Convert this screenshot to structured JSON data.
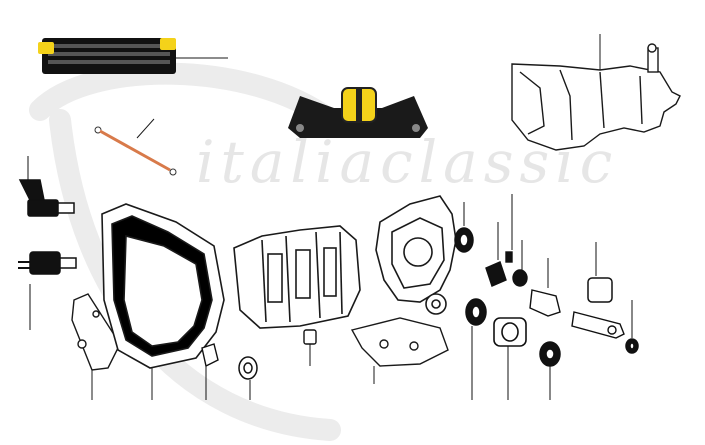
{
  "watermark": {
    "text": "italiaclassic"
  },
  "colors": {
    "line": "#1a1a1a",
    "part_yellow": "#f4d21a",
    "part_dark": "#111111",
    "part_copper": "#d87a4a",
    "watermark": "#e6e6e6"
  },
  "parts": [
    {
      "id": "oil-cooler",
      "icon": "oil-cooler-icon"
    },
    {
      "id": "wire-lead",
      "icon": "copper-lead-icon"
    },
    {
      "id": "gearbox-mount",
      "icon": "rubber-mount-icon"
    },
    {
      "id": "gearbox-assembly",
      "icon": "gearbox-icon"
    },
    {
      "id": "reverse-switch",
      "icon": "switch-icon"
    },
    {
      "id": "reverse-light-switch",
      "icon": "switch-icon"
    },
    {
      "id": "side-plate",
      "icon": "plate-icon"
    },
    {
      "id": "bellhousing",
      "icon": "bellhousing-icon"
    },
    {
      "id": "main-case",
      "icon": "gearcase-icon"
    },
    {
      "id": "rear-housing",
      "icon": "rear-housing-icon"
    },
    {
      "id": "cross-member",
      "icon": "bracket-icon"
    },
    {
      "id": "seals-and-bushings",
      "icon": "seal-icon"
    },
    {
      "id": "speedo-drive",
      "icon": "drive-gear-icon"
    }
  ]
}
